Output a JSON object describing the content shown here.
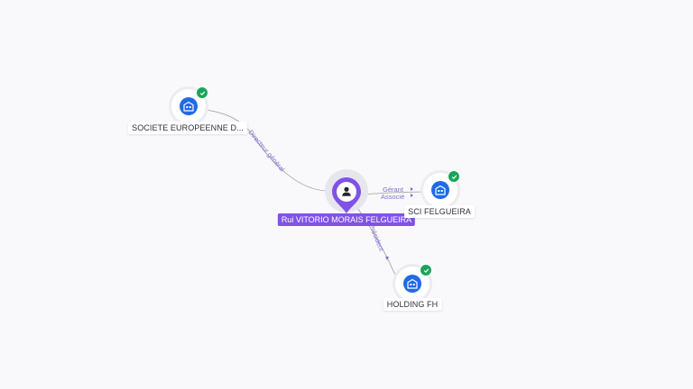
{
  "person": {
    "name": "Rui VITORIO MORAIS FELGUEIRA",
    "icon": "person-icon"
  },
  "companies": [
    {
      "name": "SOCIETE EUROPEENNE D...",
      "icon": "building-icon",
      "status": "verified"
    },
    {
      "name": "SCI FELGUEIRA",
      "icon": "building-icon",
      "status": "verified"
    },
    {
      "name": "HOLDING FH",
      "icon": "building-icon",
      "status": "verified"
    }
  ],
  "edges": [
    {
      "from": "person",
      "to": "SOCIETE EUROPEENNE D...",
      "role": "Directeur général"
    },
    {
      "from": "person",
      "to": "SCI FELGUEIRA",
      "role": "Gérant",
      "role2": "Associé"
    },
    {
      "from": "person",
      "to": "HOLDING FH",
      "role": "Président"
    }
  ],
  "colors": {
    "background": "#f9f9fb",
    "person_accent": "#8052e8",
    "company_icon": "#1f6ae6",
    "verified_badge": "#1aa45b",
    "edge_line": "#9a9aa6",
    "edge_label": "#7f6fd0"
  }
}
